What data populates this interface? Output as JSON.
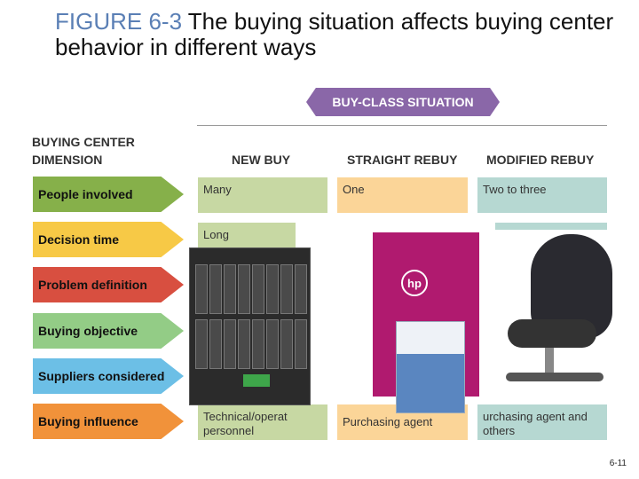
{
  "title": {
    "figure": "FIGURE 6-3",
    "text": "The buying situation affects buying center behavior in different ways"
  },
  "buy_class": "BUY-CLASS SITUATION",
  "dimension_header": "BUYING CENTER DIMENSION",
  "columns": [
    "NEW BUY",
    "STRAIGHT REBUY",
    "MODIFIED REBUY"
  ],
  "rows": [
    {
      "label": "People involved",
      "color": "#86b04a",
      "cells": [
        "Many",
        "One",
        "Two to three"
      ]
    },
    {
      "label": "Decision time",
      "color": "#f7c946",
      "cells": [
        "Long",
        "",
        ""
      ]
    },
    {
      "label": "Problem definition",
      "color": "#d84f40",
      "cells": [
        "",
        "",
        ""
      ]
    },
    {
      "label": "Buying objective",
      "color": "#93cc86",
      "cells": [
        "",
        "",
        ""
      ]
    },
    {
      "label": "Suppliers considered",
      "color": "#6cbfe6",
      "cells": [
        "",
        "",
        ""
      ]
    },
    {
      "label": "Buying influence",
      "color": "#f1923a",
      "cells": [
        "Technical/operat personnel",
        "Purchasing agent",
        "urchasing agent and others"
      ]
    }
  ],
  "cell_colors": [
    "#c7d8a3",
    "#fbd598",
    "#b6d8d2"
  ],
  "page_number": "6-11"
}
